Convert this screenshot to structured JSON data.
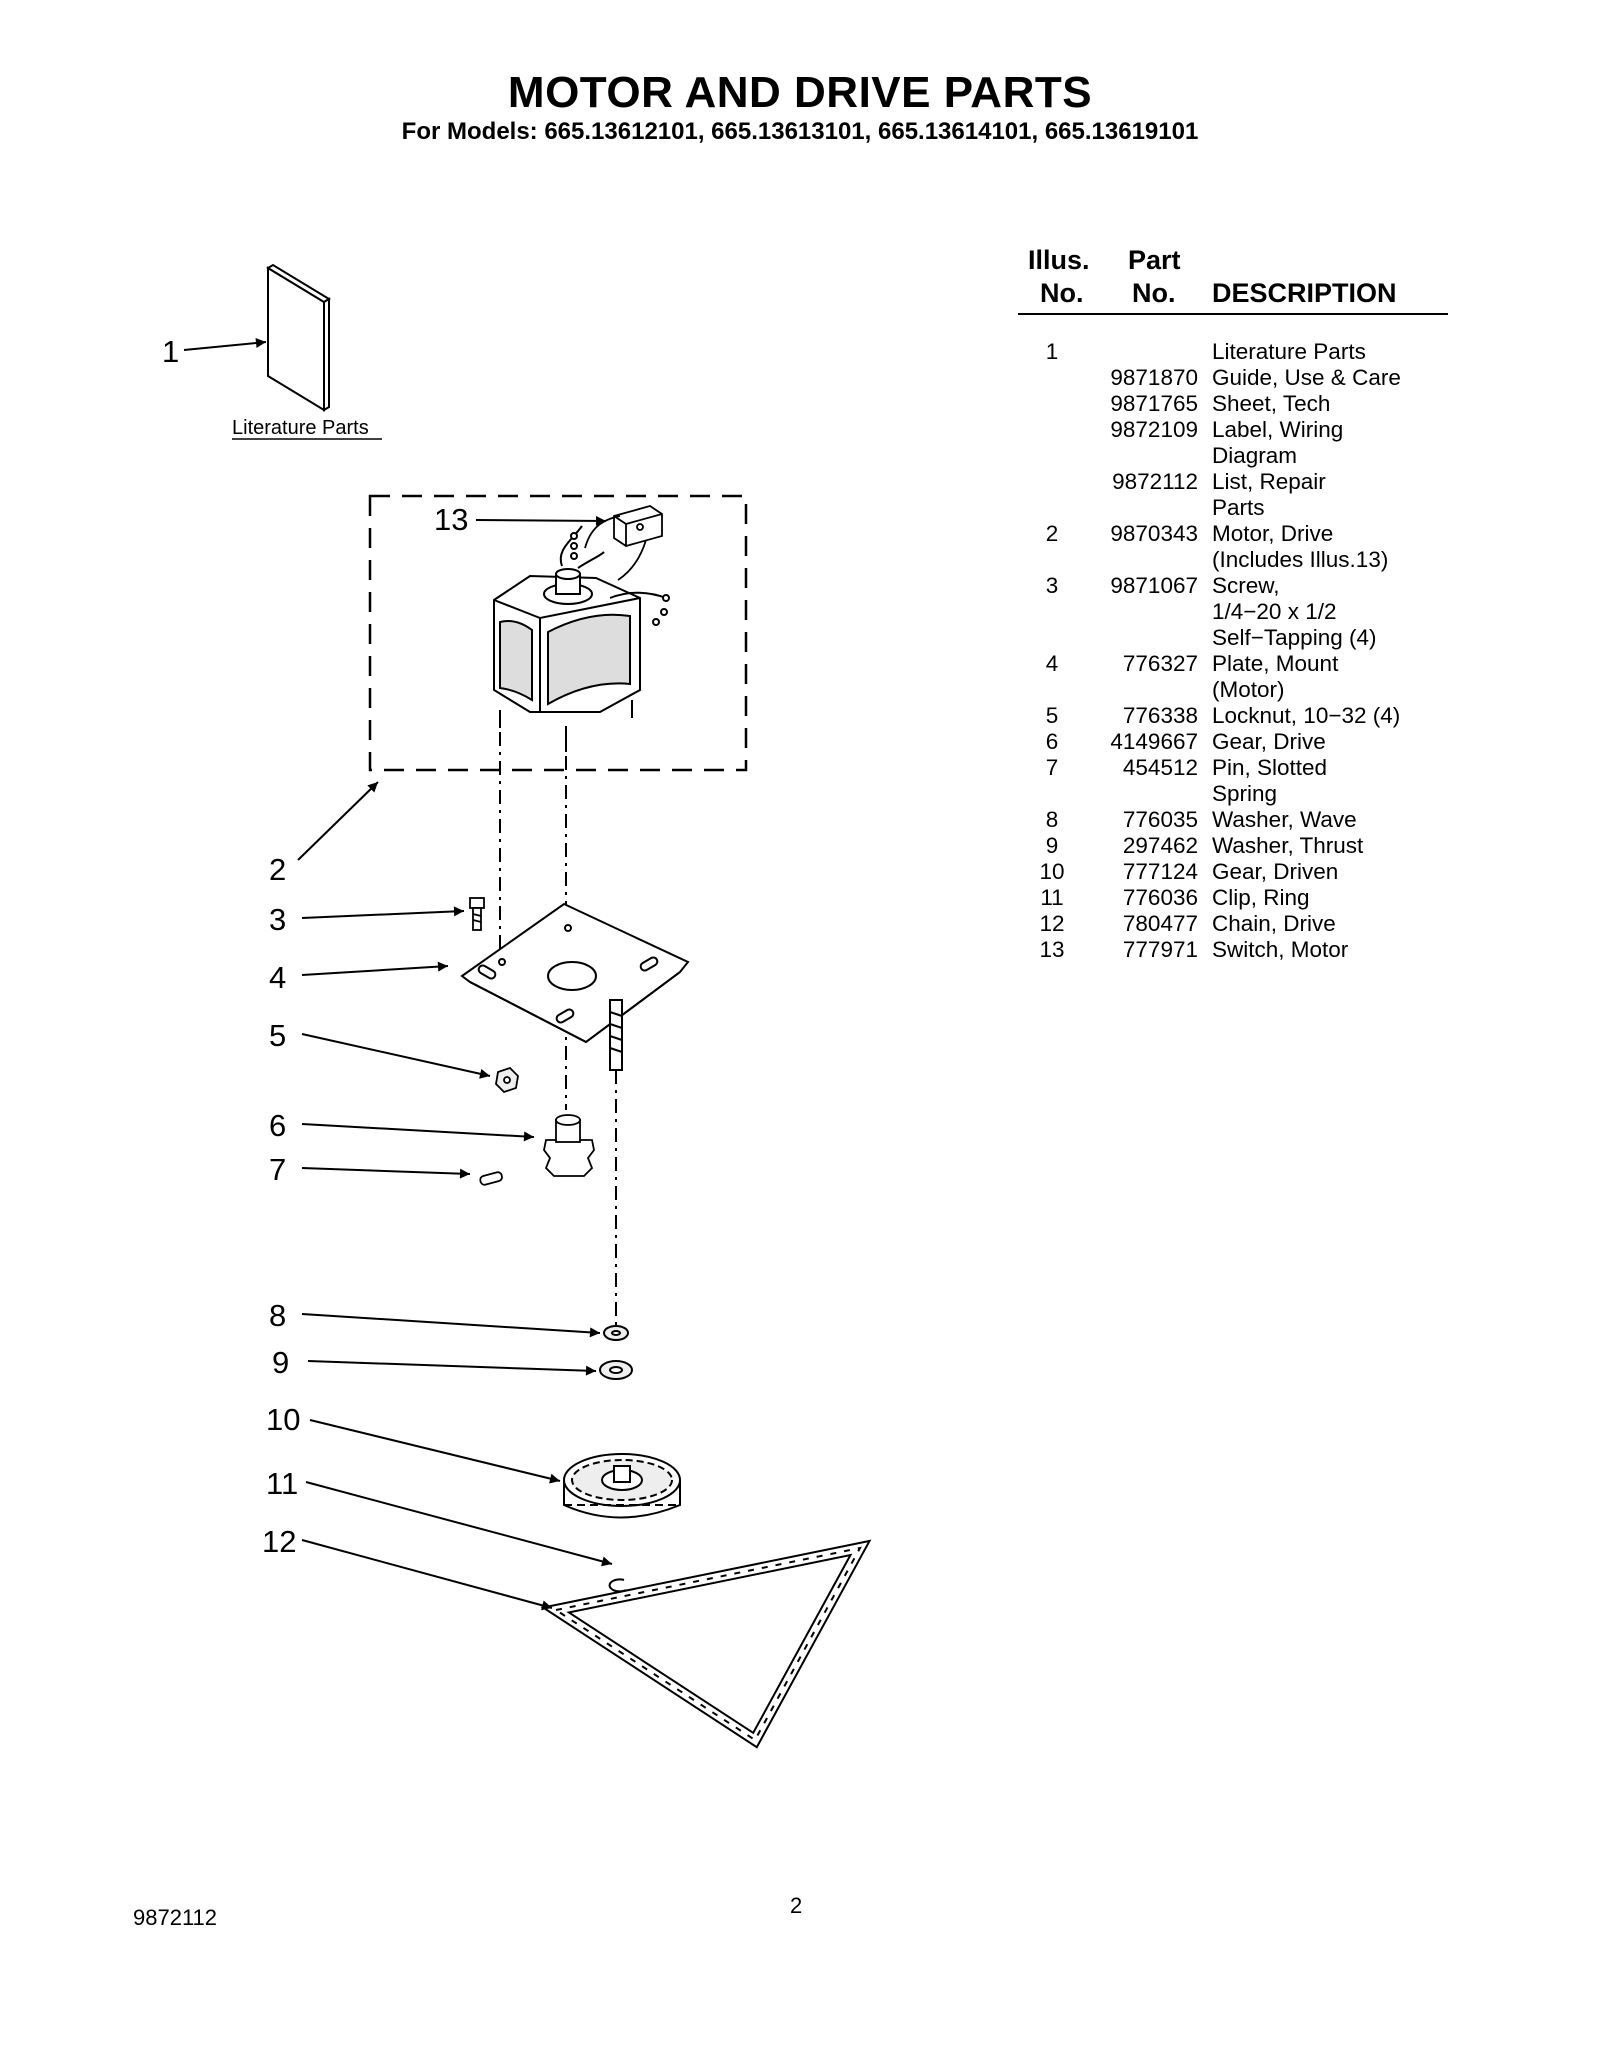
{
  "page": {
    "title": "MOTOR AND DRIVE PARTS",
    "subtitle": "For Models: 665.13612101, 665.13613101, 665.13614101, 665.13619101",
    "footer_doc_number": "9872112",
    "footer_page_number": "2"
  },
  "diagram": {
    "literature_label": "Literature Parts",
    "callouts": [
      "1",
      "2",
      "3",
      "4",
      "5",
      "6",
      "7",
      "8",
      "9",
      "10",
      "11",
      "12",
      "13"
    ]
  },
  "table": {
    "headers": {
      "illus_line1": "Illus.",
      "illus_line2": "No.",
      "part_line1": "Part",
      "part_line2": "No.",
      "description": "DESCRIPTION"
    },
    "rows": [
      {
        "illus": "1",
        "part": "",
        "desc": "Literature Parts"
      },
      {
        "illus": "",
        "part": "9871870",
        "desc": "Guide, Use & Care"
      },
      {
        "illus": "",
        "part": "9871765",
        "desc": "Sheet, Tech"
      },
      {
        "illus": "",
        "part": "9872109",
        "desc": "Label, Wiring\nDiagram"
      },
      {
        "illus": "",
        "part": "9872112",
        "desc": "List, Repair\nParts"
      },
      {
        "illus": "2",
        "part": "9870343",
        "desc": "Motor, Drive\n(Includes Illus.13)"
      },
      {
        "illus": "3",
        "part": "9871067",
        "desc": "Screw,\n1/4−20 x 1/2\nSelf−Tapping (4)"
      },
      {
        "illus": "4",
        "part": "776327",
        "desc": "Plate, Mount\n(Motor)"
      },
      {
        "illus": "5",
        "part": "776338",
        "desc": "Locknut, 10−32 (4)"
      },
      {
        "illus": "6",
        "part": "4149667",
        "desc": "Gear, Drive"
      },
      {
        "illus": "7",
        "part": "454512",
        "desc": "Pin, Slotted\nSpring"
      },
      {
        "illus": "8",
        "part": "776035",
        "desc": "Washer, Wave"
      },
      {
        "illus": "9",
        "part": "297462",
        "desc": "Washer, Thrust"
      },
      {
        "illus": "10",
        "part": "777124",
        "desc": "Gear, Driven"
      },
      {
        "illus": "11",
        "part": "776036",
        "desc": "Clip, Ring"
      },
      {
        "illus": "12",
        "part": "780477",
        "desc": "Chain, Drive"
      },
      {
        "illus": "13",
        "part": "777971",
        "desc": "Switch, Motor"
      }
    ]
  }
}
